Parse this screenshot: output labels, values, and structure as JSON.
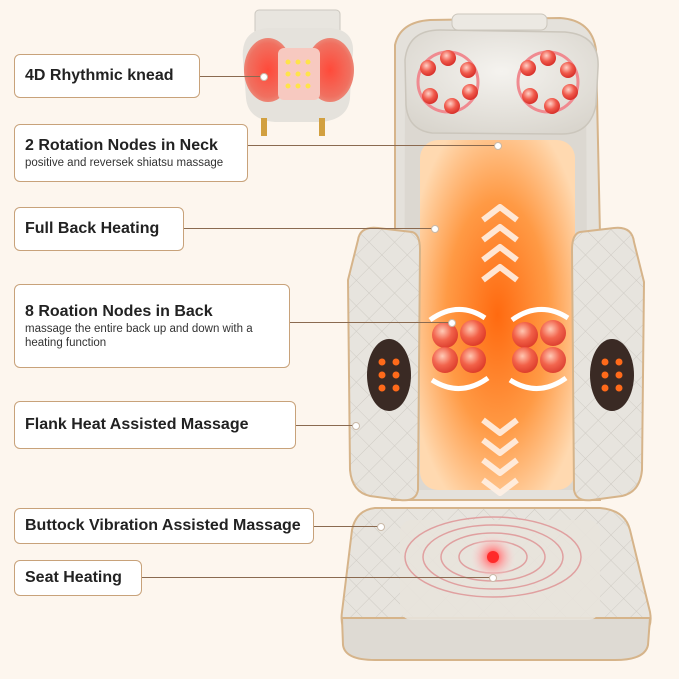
{
  "callouts": [
    {
      "title": "4D Rhythmic knead",
      "subtitle": ""
    },
    {
      "title": "2 Rotation Nodes in Neck",
      "subtitle": "positive and reversek shiatsu massage"
    },
    {
      "title": "Full Back Heating",
      "subtitle": ""
    },
    {
      "title": "8 Roation Nodes in Back",
      "subtitle": "massage the entire back up and down with a heating function"
    },
    {
      "title": "Flank Heat Assisted Massage",
      "subtitle": ""
    },
    {
      "title": "Buttock Vibration Assisted Massage",
      "subtitle": ""
    },
    {
      "title": "Seat Heating",
      "subtitle": ""
    }
  ],
  "colors": {
    "background": "#fdf6ee",
    "callout_border": "#c8a27a",
    "seat_fabric": "#e9e6e0",
    "trim": "#d6b48a",
    "heat_center": "#ff8a2a",
    "node_red": "#e8302a"
  },
  "icons": [
    "up-chevrons-icon",
    "down-chevrons-icon",
    "rotation-arrow-icon",
    "heat-rings-icon",
    "massage-node-icon"
  ]
}
